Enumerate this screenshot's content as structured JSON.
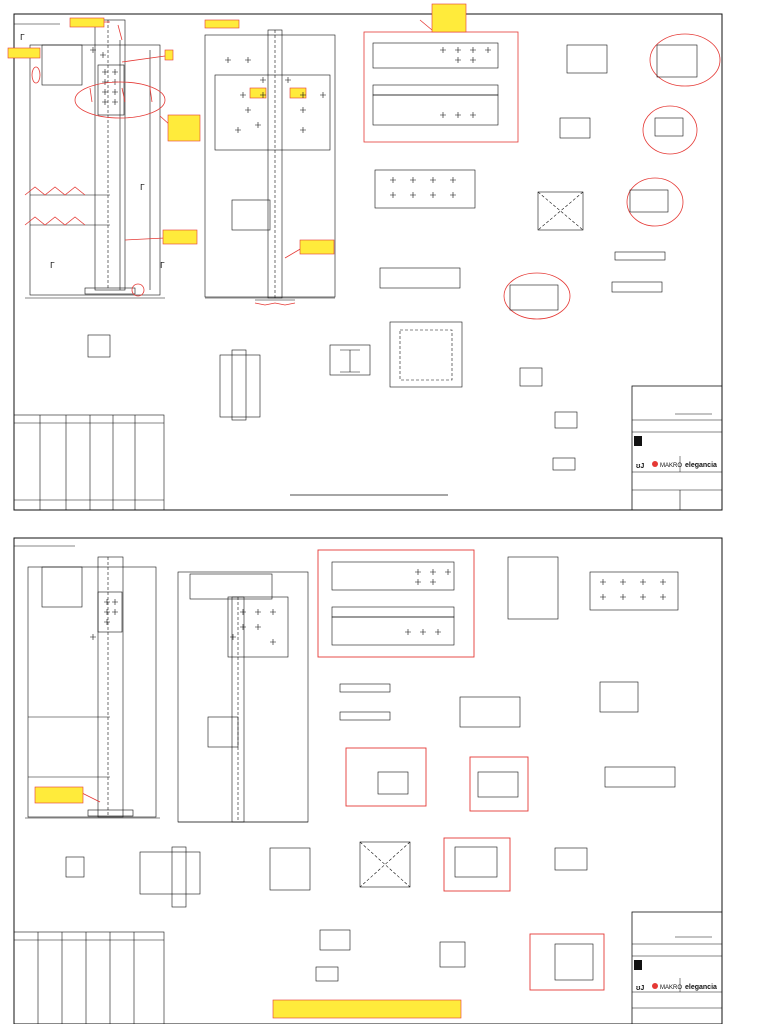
{
  "sheets": [
    {
      "name": "sheet-1",
      "title_block": {
        "brand": "elegancia",
        "partner": "MAKRO"
      }
    },
    {
      "name": "sheet-2",
      "title_block": {
        "brand": "elegancia",
        "partner": "MAKRO"
      }
    }
  ],
  "colors": {
    "line": "#111111",
    "markup": "#e53935",
    "highlight": "#ffeb3b",
    "highlight_border": "#e53935"
  }
}
